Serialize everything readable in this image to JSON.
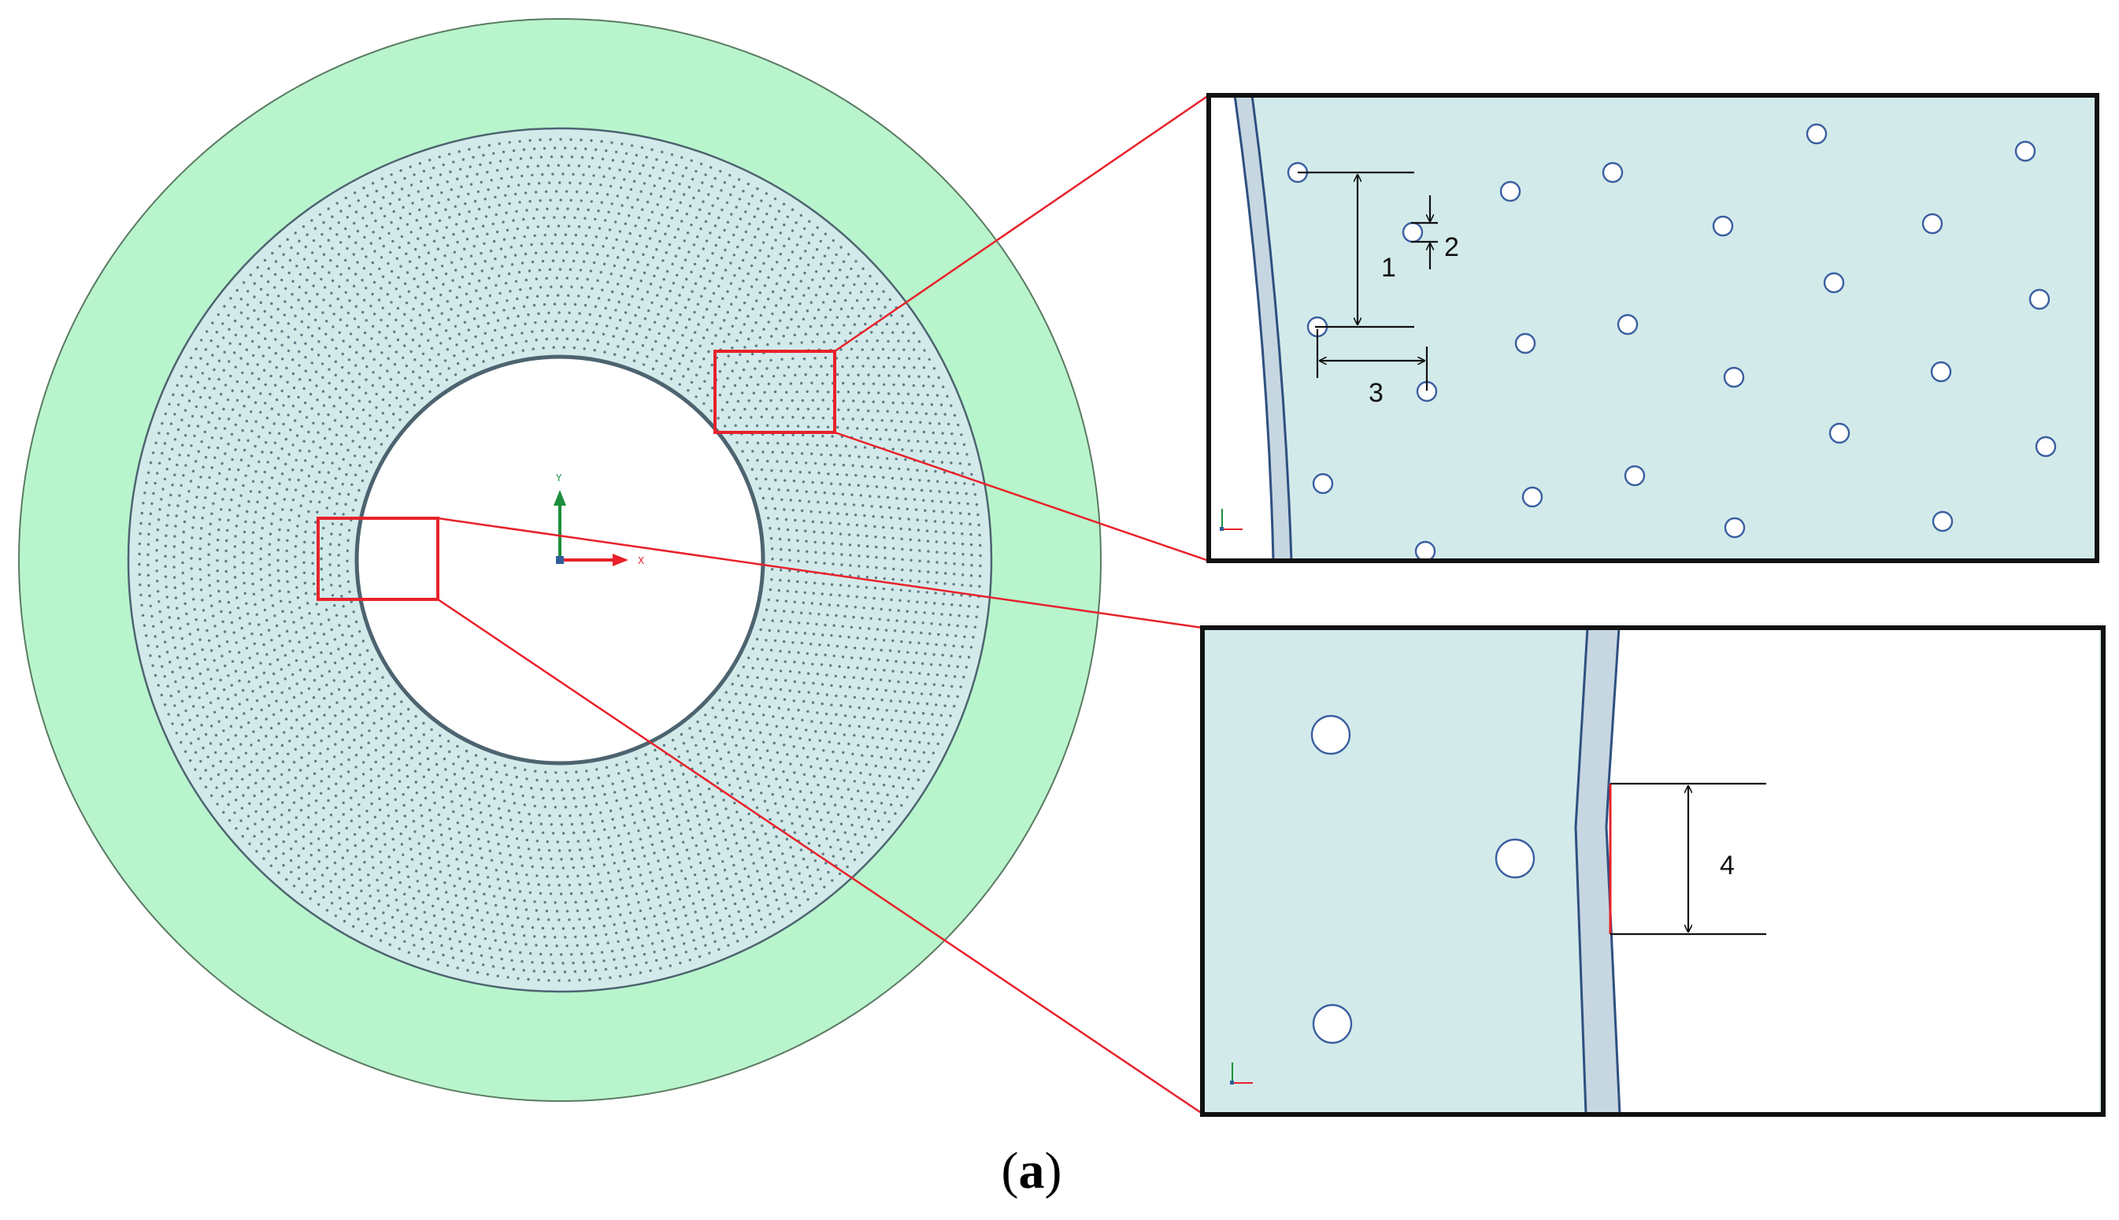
{
  "figure": {
    "caption_open": "(",
    "caption_letter": "a",
    "caption_close": ")"
  },
  "axes": {
    "x_label": "X",
    "y_label": "Y"
  },
  "inset_top": {
    "dimension_labels": [
      "1",
      "2",
      "3"
    ]
  },
  "inset_bottom": {
    "dimension_labels": [
      "4"
    ]
  },
  "colors": {
    "outer_ring": "#b8f5cc",
    "porous_ring": "#d3eaea",
    "pore_stroke": "#3a5fa0",
    "highlight_box": "#e8212a",
    "frame": "#111111",
    "y_axis": "#1d8f3c",
    "x_axis": "#e8212a"
  }
}
